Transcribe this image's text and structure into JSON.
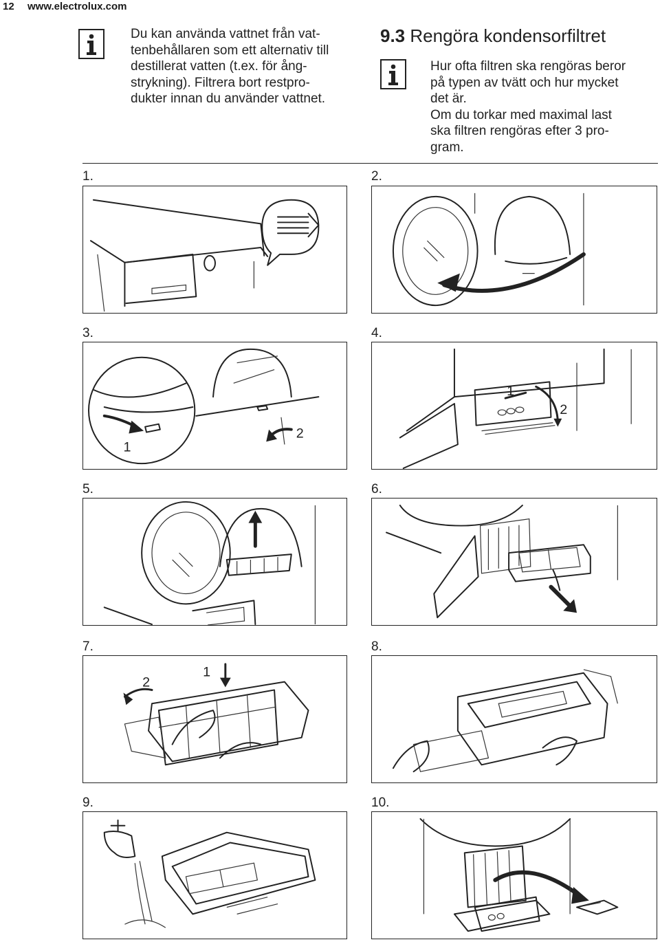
{
  "header": {
    "page_number": "12",
    "url": "www.electrolux.com"
  },
  "note_left": {
    "icon": "info-icon",
    "lines": [
      "Du kan använda vattnet från vat-",
      "tenbehållaren som ett alternativ till",
      "destillerat vatten (t.ex. för ång-",
      "strykning). Filtrera bort restpro-",
      "dukter innan du använder vattnet."
    ]
  },
  "section": {
    "number": "9.3",
    "title": "Rengöra kondensorfiltret",
    "note": {
      "icon": "info-icon",
      "lines": [
        "Hur ofta filtren ska rengöras beror",
        "på typen av tvätt och hur mycket",
        "det är.",
        "Om du torkar med maximal last",
        "ska filtren rengöras efter 3 pro-",
        "gram."
      ]
    }
  },
  "steps": [
    {
      "label": "1.",
      "callouts": []
    },
    {
      "label": "2.",
      "callouts": []
    },
    {
      "label": "3.",
      "callouts": [
        "1",
        "2"
      ]
    },
    {
      "label": "4.",
      "callouts": [
        "1",
        "2"
      ]
    },
    {
      "label": "5.",
      "callouts": []
    },
    {
      "label": "6.",
      "callouts": []
    },
    {
      "label": "7.",
      "callouts": [
        "2",
        "1"
      ]
    },
    {
      "label": "8.",
      "callouts": []
    },
    {
      "label": "9.",
      "callouts": []
    },
    {
      "label": "10.",
      "callouts": []
    }
  ]
}
